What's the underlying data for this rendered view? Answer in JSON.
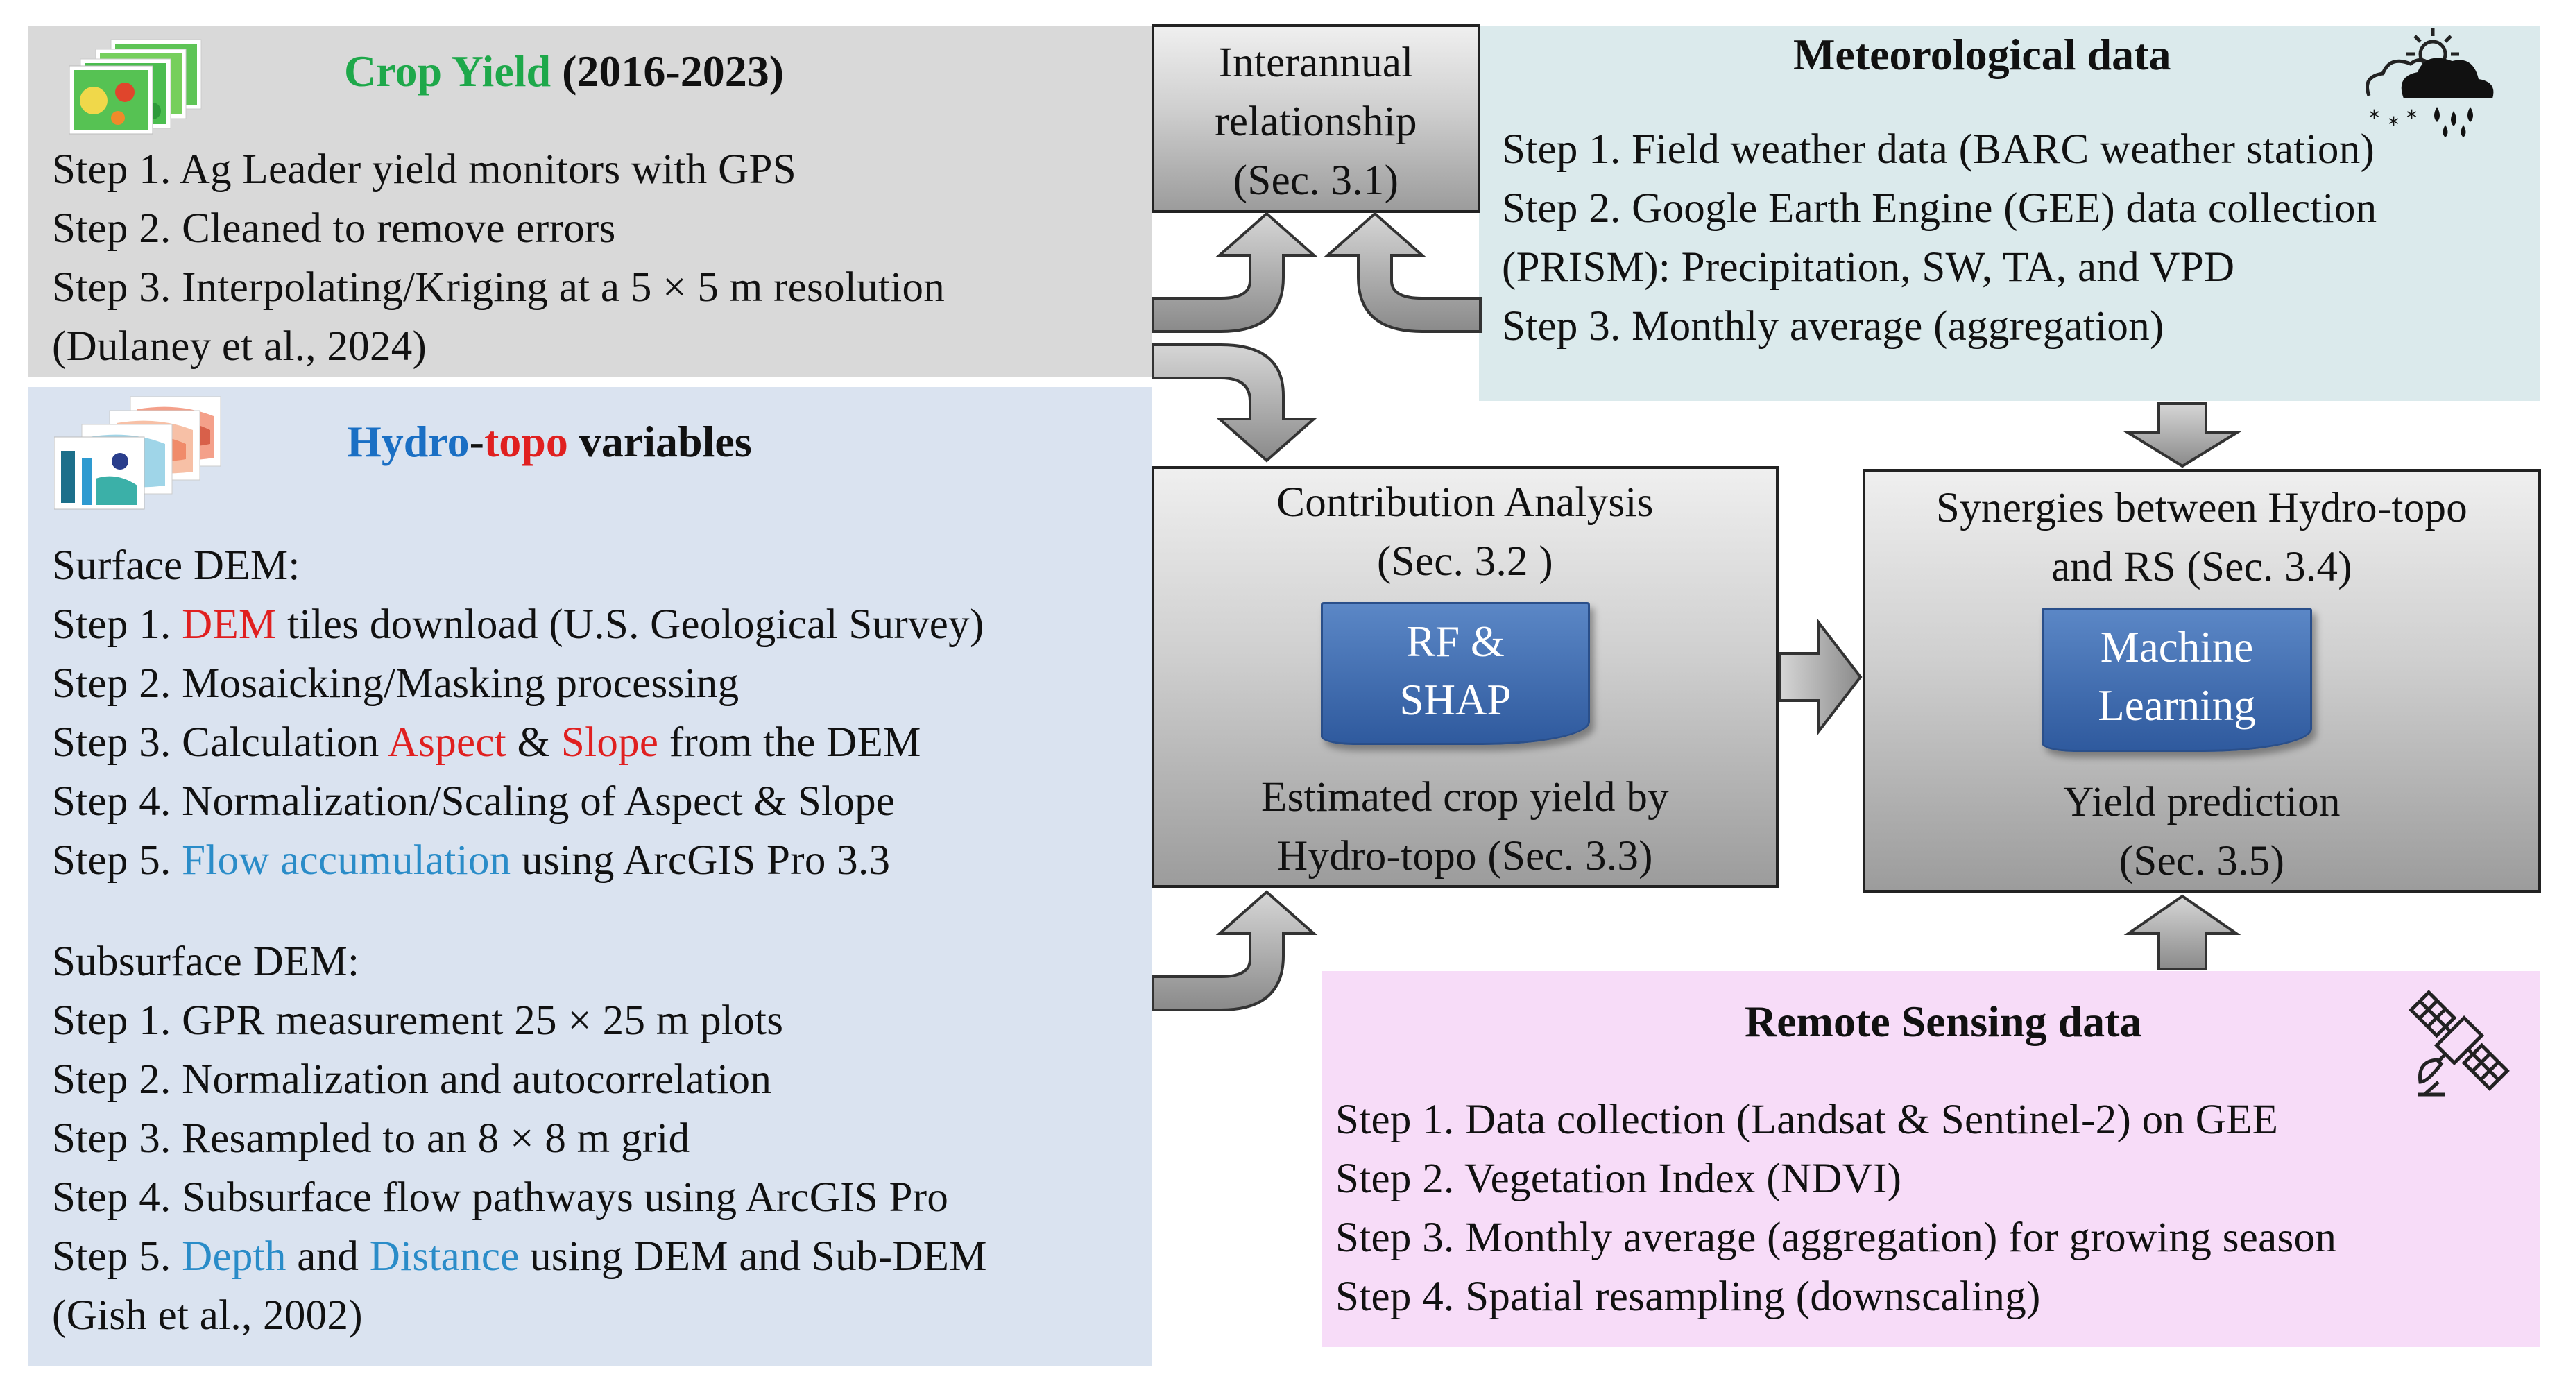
{
  "crop_yield": {
    "title_green": "Crop Yield",
    "title_black": "(2016-2023)",
    "lines": [
      "Step 1. Ag Leader yield monitors with GPS",
      "Step 2. Cleaned to remove errors",
      "Step 3. Interpolating/Kriging  at a 5 × 5 m resolution",
      "(Dulaney et al., 2024)"
    ]
  },
  "hydro_topo": {
    "title_blue": "Hydro",
    "title_dash": "-",
    "title_red": "topo",
    "title_black": "variables",
    "surface_heading": "Surface DEM:",
    "s1_pre": "Step 1. ",
    "s1_red": "DEM",
    "s1_post": " tiles download  (U.S. Geological  Survey)",
    "s2": "Step 2. Mosaicking/Masking  processing",
    "s3_pre": "Step 3. Calculation  ",
    "s3_red1": "Aspect",
    "s3_mid": "  &  ",
    "s3_red2": "Slope",
    "s3_post": "  from the DEM",
    "s4": "Step 4. Normalization/Scaling  of Aspect & Slope",
    "s5_pre": "Step 5. ",
    "s5_blue": "Flow accumulation",
    "s5_post": "  using ArcGIS Pro 3.3",
    "subsurface_heading": "Subsurface DEM:",
    "u1": "Step 1. GPR measurement  25  × 25 m plots",
    "u2": "Step 2. Normalization  and autocorrelation",
    "u3": "Step 3. Resampled  to an 8  × 8 m grid",
    "u4": "Step 4. Subsurface  flow pathways  using ArcGIS Pro",
    "u5_pre": "Step 5. ",
    "u5_blue1": "Depth",
    "u5_mid": " and ",
    "u5_blue2": "Distance",
    "u5_post": "  using DEM and Sub-DEM",
    "u6": "(Gish et al., 2002)"
  },
  "interannual": {
    "lines": [
      "Interannual",
      "relationship",
      "(Sec. 3.1)"
    ]
  },
  "meteorological": {
    "title": "Meteorological data",
    "lines": [
      "Step 1. Field weather data  (BARC weather  station)",
      "Step 2. Google  Earth Engine  (GEE) data collection",
      "(PRISM): Precipitation,  SW, TA, and VPD",
      "Step 3. Monthly  average  (aggregation)"
    ]
  },
  "contribution": {
    "top": [
      "Contribution Analysis",
      "(Sec. 3.2 )"
    ],
    "badge": [
      "RF &",
      "SHAP"
    ],
    "bottom": [
      "Estimated crop yield by",
      "Hydro-topo  (Sec. 3.3)"
    ]
  },
  "synergies": {
    "top": [
      "Synergies  between Hydro-topo",
      "and RS (Sec. 3.4)"
    ],
    "badge": [
      "Machine",
      "Learning"
    ],
    "bottom": [
      "Yield prediction",
      "(Sec. 3.5)"
    ]
  },
  "remote_sensing": {
    "title": "Remote Sensing data",
    "lines": [
      "Step 1. Data collection  (Landsat  & Sentinel-2)  on GEE",
      "Step 2. Vegetation  Index  (NDVI)",
      "Step 3. Monthly  average  (aggregation)  for growing  season",
      "Step 4. Spatial  resampling  (downscaling)"
    ]
  },
  "icons": [
    "crop-map-thumbnails",
    "hydro-topo-map-thumbnails",
    "weather-icon",
    "satellite-icon"
  ],
  "colors": {
    "crop_panel": "#d9d9d9",
    "hydro_panel": "#dae3f0",
    "meteo_panel": "#dbeaec",
    "rs_panel": "#f7dcf8",
    "accent_green": "#1ea84a",
    "accent_blue": "#1a6fc4",
    "accent_red": "#e02020"
  }
}
